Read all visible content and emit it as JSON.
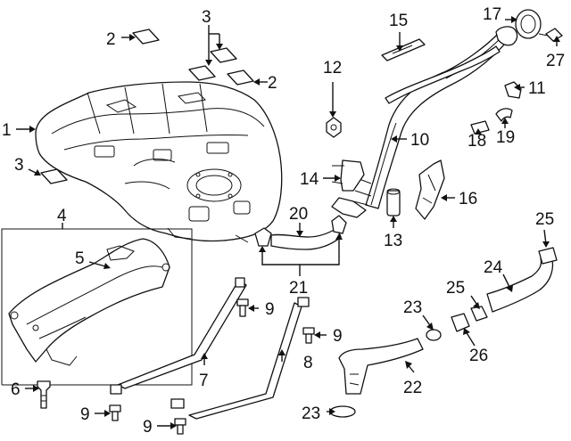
{
  "diagram": {
    "callouts": [
      "1",
      "2",
      "2",
      "3",
      "3",
      "4",
      "5",
      "6",
      "7",
      "8",
      "9",
      "9",
      "9",
      "9",
      "10",
      "11",
      "12",
      "13",
      "14",
      "15",
      "16",
      "17",
      "18",
      "19",
      "20",
      "21",
      "22",
      "23",
      "23",
      "24",
      "25",
      "25",
      "26",
      "27"
    ]
  }
}
